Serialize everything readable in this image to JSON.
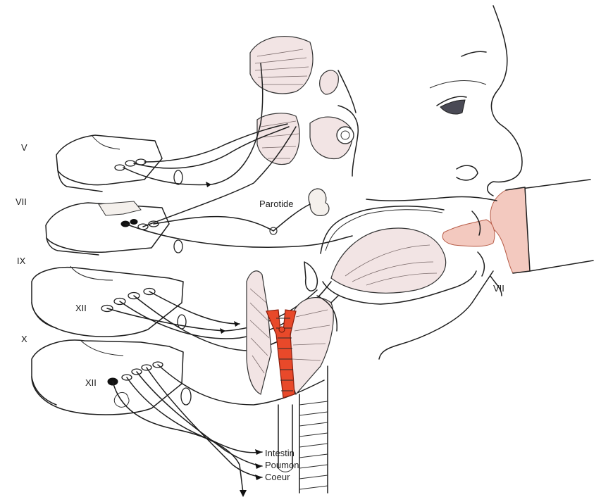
{
  "labels": {
    "nerve_v": "V",
    "nerve_vii_left": "VII",
    "nerve_ix": "IX",
    "nerve_x": "X",
    "nerve_xii_upper": "XII",
    "nerve_xii_lower": "XII",
    "nerve_vii_right": "VII",
    "parotide": "Parotide",
    "intestin": "Intestin",
    "poumon": "Poumon",
    "coeur": "Coeur"
  },
  "colors": {
    "ink": "#1e1e1e",
    "artery_red": "#e8492a",
    "milk_pink": "#f3c9bf",
    "muscle_tint": "#f2e4e4"
  }
}
